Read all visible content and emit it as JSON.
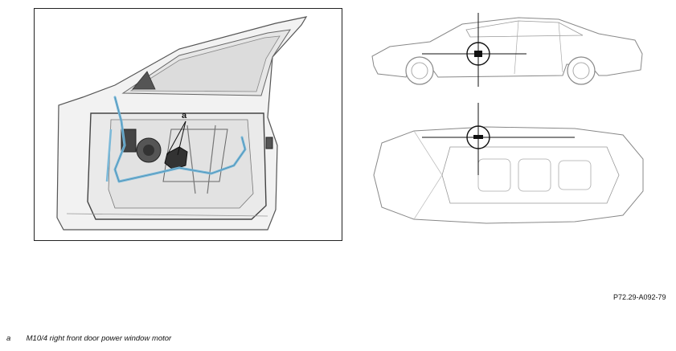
{
  "figure": {
    "reference_code": "P72.29-A092-79",
    "callout_letter": "a"
  },
  "legend": [
    {
      "key": "a",
      "text": "M10/4 right front door power window motor"
    }
  ],
  "colors": {
    "harness": "#7ab8d8",
    "door_fill": "#eeeeee",
    "line": "#333333"
  }
}
